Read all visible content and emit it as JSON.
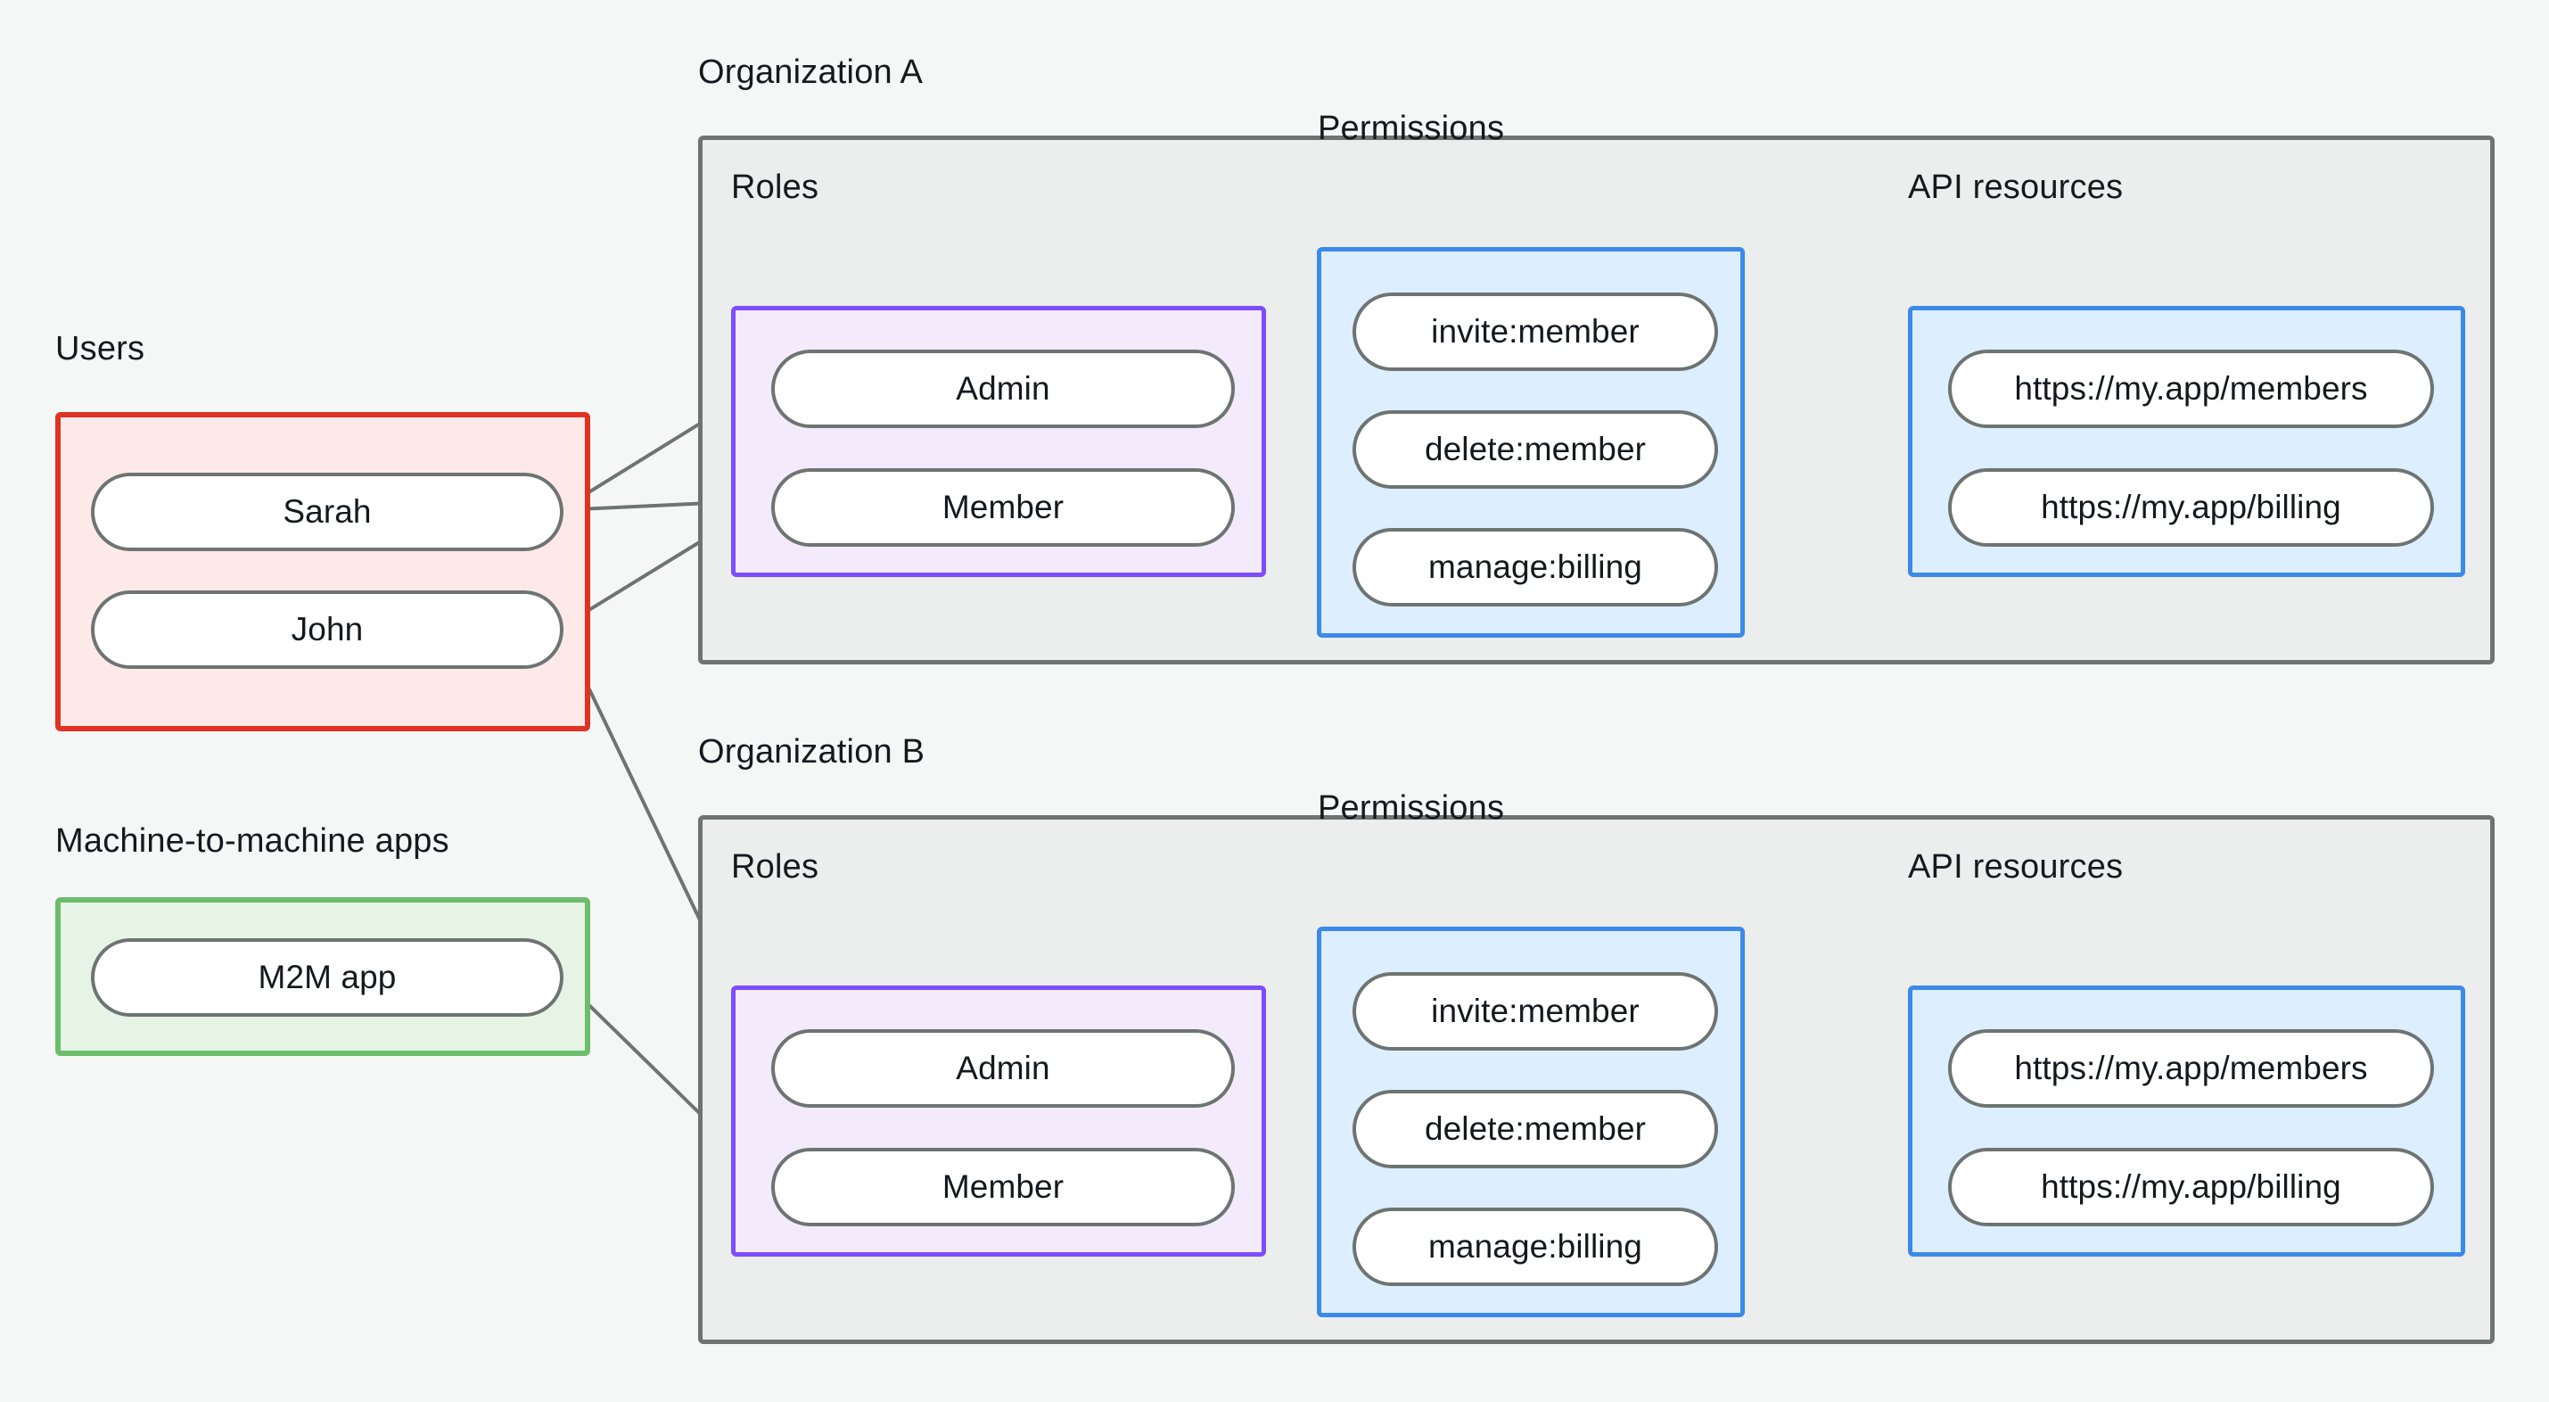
{
  "background_color": "#f5f7f6",
  "captions": {
    "users": "Users",
    "m2m": "Machine-to-machine apps",
    "org_a": "Organization A",
    "org_b": "Organization B",
    "roles_a": "Roles",
    "permissions_a": "Permissions",
    "api_resources_a": "API resources",
    "roles_b": "Roles",
    "permissions_b": "Permissions",
    "api_resources_b": "API resources"
  },
  "colors": {
    "users_border": "#e03223",
    "users_fill": "#fdeae8",
    "m2m_border": "#6cbd6c",
    "m2m_fill": "#e6f4e6",
    "org_border": "#6d7472",
    "org_fill": "#eceded",
    "roles_border": "#7c4dff",
    "roles_fill": "#f3eafc",
    "permissions_border": "#3c8ae8",
    "permissions_fill": "#ddeeff",
    "api_border": "#3c8ae8",
    "api_fill": "#ddeeff",
    "node_border": "#6d7472",
    "node_fill": "#ffffff",
    "edge": "#6d7472",
    "text": "#15191e"
  },
  "users": {
    "items": [
      {
        "label": "Sarah"
      },
      {
        "label": "John"
      }
    ]
  },
  "m2m_apps": {
    "items": [
      {
        "label": "M2M app"
      }
    ]
  },
  "org_a": {
    "roles": [
      {
        "label": "Admin"
      },
      {
        "label": "Member"
      }
    ],
    "permissions": [
      {
        "label": "invite:member"
      },
      {
        "label": "delete:member"
      },
      {
        "label": "manage:billing"
      }
    ],
    "api_resources": [
      {
        "label": "https://my.app/members"
      },
      {
        "label": "https://my.app/billing"
      }
    ]
  },
  "org_b": {
    "roles": [
      {
        "label": "Admin"
      },
      {
        "label": "Member"
      }
    ],
    "permissions": [
      {
        "label": "invite:member"
      },
      {
        "label": "delete:member"
      },
      {
        "label": "manage:billing"
      }
    ],
    "api_resources": [
      {
        "label": "https://my.app/members"
      },
      {
        "label": "https://my.app/billing"
      }
    ]
  },
  "connections": [
    {
      "from": "Sarah",
      "to": "Organization A / Admin"
    },
    {
      "from": "Sarah",
      "to": "Organization A / Member"
    },
    {
      "from": "John",
      "to": "Organization A / Member"
    },
    {
      "from": "John",
      "to": "Organization B / Admin"
    },
    {
      "from": "M2M app",
      "to": "Organization B / Member"
    },
    {
      "from": "Organization A / Admin",
      "to": "Organization A / invite:member"
    },
    {
      "from": "Organization A / Admin",
      "to": "Organization A / delete:member"
    },
    {
      "from": "Organization A / Member",
      "to": "Organization A / manage:billing"
    },
    {
      "from": "Organization A / invite:member",
      "to": "Organization A / https://my.app/members"
    },
    {
      "from": "Organization A / delete:member",
      "to": "Organization A / https://my.app/members"
    },
    {
      "from": "Organization A / manage:billing",
      "to": "Organization A / https://my.app/billing"
    },
    {
      "from": "Organization B / Admin",
      "to": "Organization B / invite:member"
    },
    {
      "from": "Organization B / Admin",
      "to": "Organization B / delete:member"
    },
    {
      "from": "Organization B / Member",
      "to": "Organization B / manage:billing"
    },
    {
      "from": "Organization B / invite:member",
      "to": "Organization B / https://my.app/members"
    },
    {
      "from": "Organization B / delete:member",
      "to": "Organization B / https://my.app/members"
    },
    {
      "from": "Organization B / manage:billing",
      "to": "Organization B / https://my.app/billing"
    }
  ]
}
